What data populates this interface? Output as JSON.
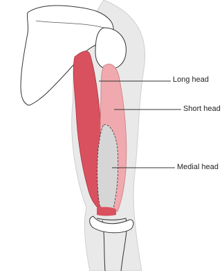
{
  "labels": {
    "long_head": "Long head",
    "short_head": "Short head",
    "medial_head": "Medial head"
  },
  "colors": {
    "muscle_dark": "#d9515f",
    "muscle_light": "#f0a9ae",
    "medial_head": "#d6d6d6",
    "bone_outline": "#333333",
    "silhouette": "#e9e9e9"
  }
}
